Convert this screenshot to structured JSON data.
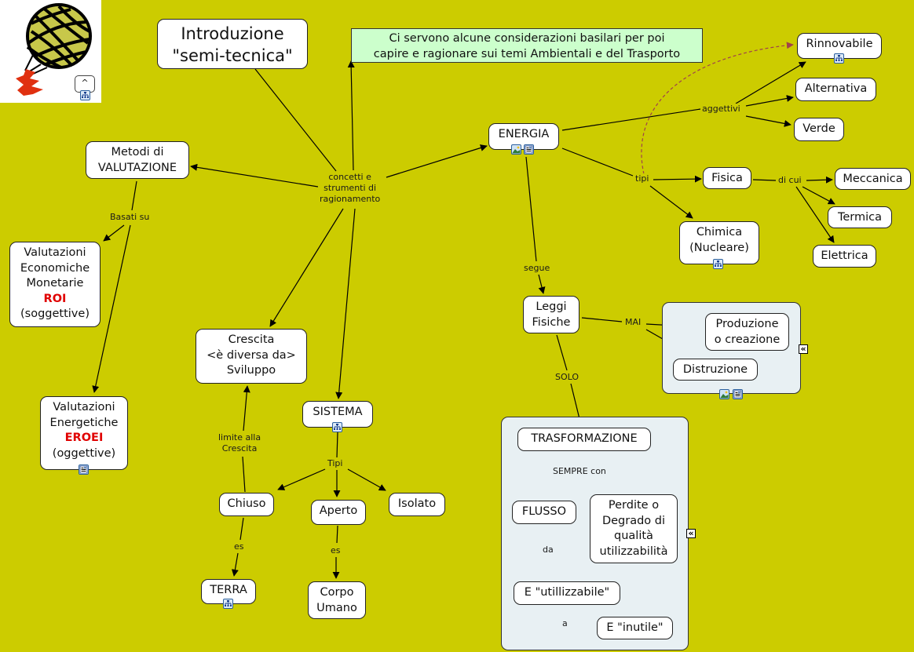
{
  "map": {
    "background_color": "#cccc00",
    "group_color": "#e8f0f3",
    "note_color": "#ccffcc",
    "highlight_color": "#e00000",
    "dashed_link_color": "#a0424a"
  },
  "logo": {
    "name": "globe-balloon-logo",
    "up_button_label": "^"
  },
  "nodes": {
    "intro": [
      "Introduzione",
      "\"semi-tecnica\""
    ],
    "note": [
      "Ci servono alcune considerazioni basilari per poi",
      "capire e ragionare sui temi Ambientali e del Trasporto"
    ],
    "center": [
      "concetti e",
      "strumenti di",
      "ragionamento"
    ],
    "metodi": [
      "Metodi di",
      "VALUTAZIONE"
    ],
    "val_econ": {
      "lines": [
        "Valutazioni",
        "Economiche",
        "Monetarie"
      ],
      "highlight": "ROI",
      "tail": "(soggettive)"
    },
    "val_energ": {
      "lines": [
        "Valutazioni",
        "Energetiche"
      ],
      "highlight": "EROEI",
      "tail": "(oggettive)"
    },
    "crescita": [
      "Crescita",
      "<è diversa da>",
      "Sviluppo"
    ],
    "sistema": "SISTEMA",
    "chiuso": "Chiuso",
    "aperto": "Aperto",
    "isolato": "Isolato",
    "terra": "TERRA",
    "corpo": [
      "Corpo",
      "Umano"
    ],
    "energia": "ENERGIA",
    "rinnovabile": "Rinnovabile",
    "alternativa": "Alternativa",
    "verde": "Verde",
    "fisica": "Fisica",
    "chimica": [
      "Chimica",
      "(Nucleare)"
    ],
    "meccanica": "Meccanica",
    "termica": "Termica",
    "elettrica": "Elettrica",
    "leggi": [
      "Leggi",
      "Fisiche"
    ],
    "produzione": [
      "Produzione",
      "o creazione"
    ],
    "distruzione": "Distruzione",
    "trasformazione": "TRASFORMAZIONE",
    "flusso": "FLUSSO",
    "perdite": [
      "Perdite o",
      "Degrado di",
      "qualità",
      "utilizzabilità"
    ],
    "utilizzabile": "E \"utillizzabile\"",
    "inutile": "E \"inutile\""
  },
  "link_labels": {
    "basati_su": "Basati su",
    "aggettivi": "aggettivi",
    "tipi_energia": "tipi",
    "di_cui": "di cui",
    "segue": "segue",
    "mai": "MAI",
    "solo": "SOLO",
    "sempre_con": "SEMPRE con",
    "da": "da",
    "a": "a",
    "tipi_sistema": "Tipi",
    "limite": [
      "limite alla",
      "Crescita"
    ],
    "es_chiuso": "es",
    "es_aperto": "es"
  },
  "resource_badges": {
    "submap": "submap-icon",
    "image": "image-icon",
    "document": "document-icon",
    "collapse": "«"
  }
}
